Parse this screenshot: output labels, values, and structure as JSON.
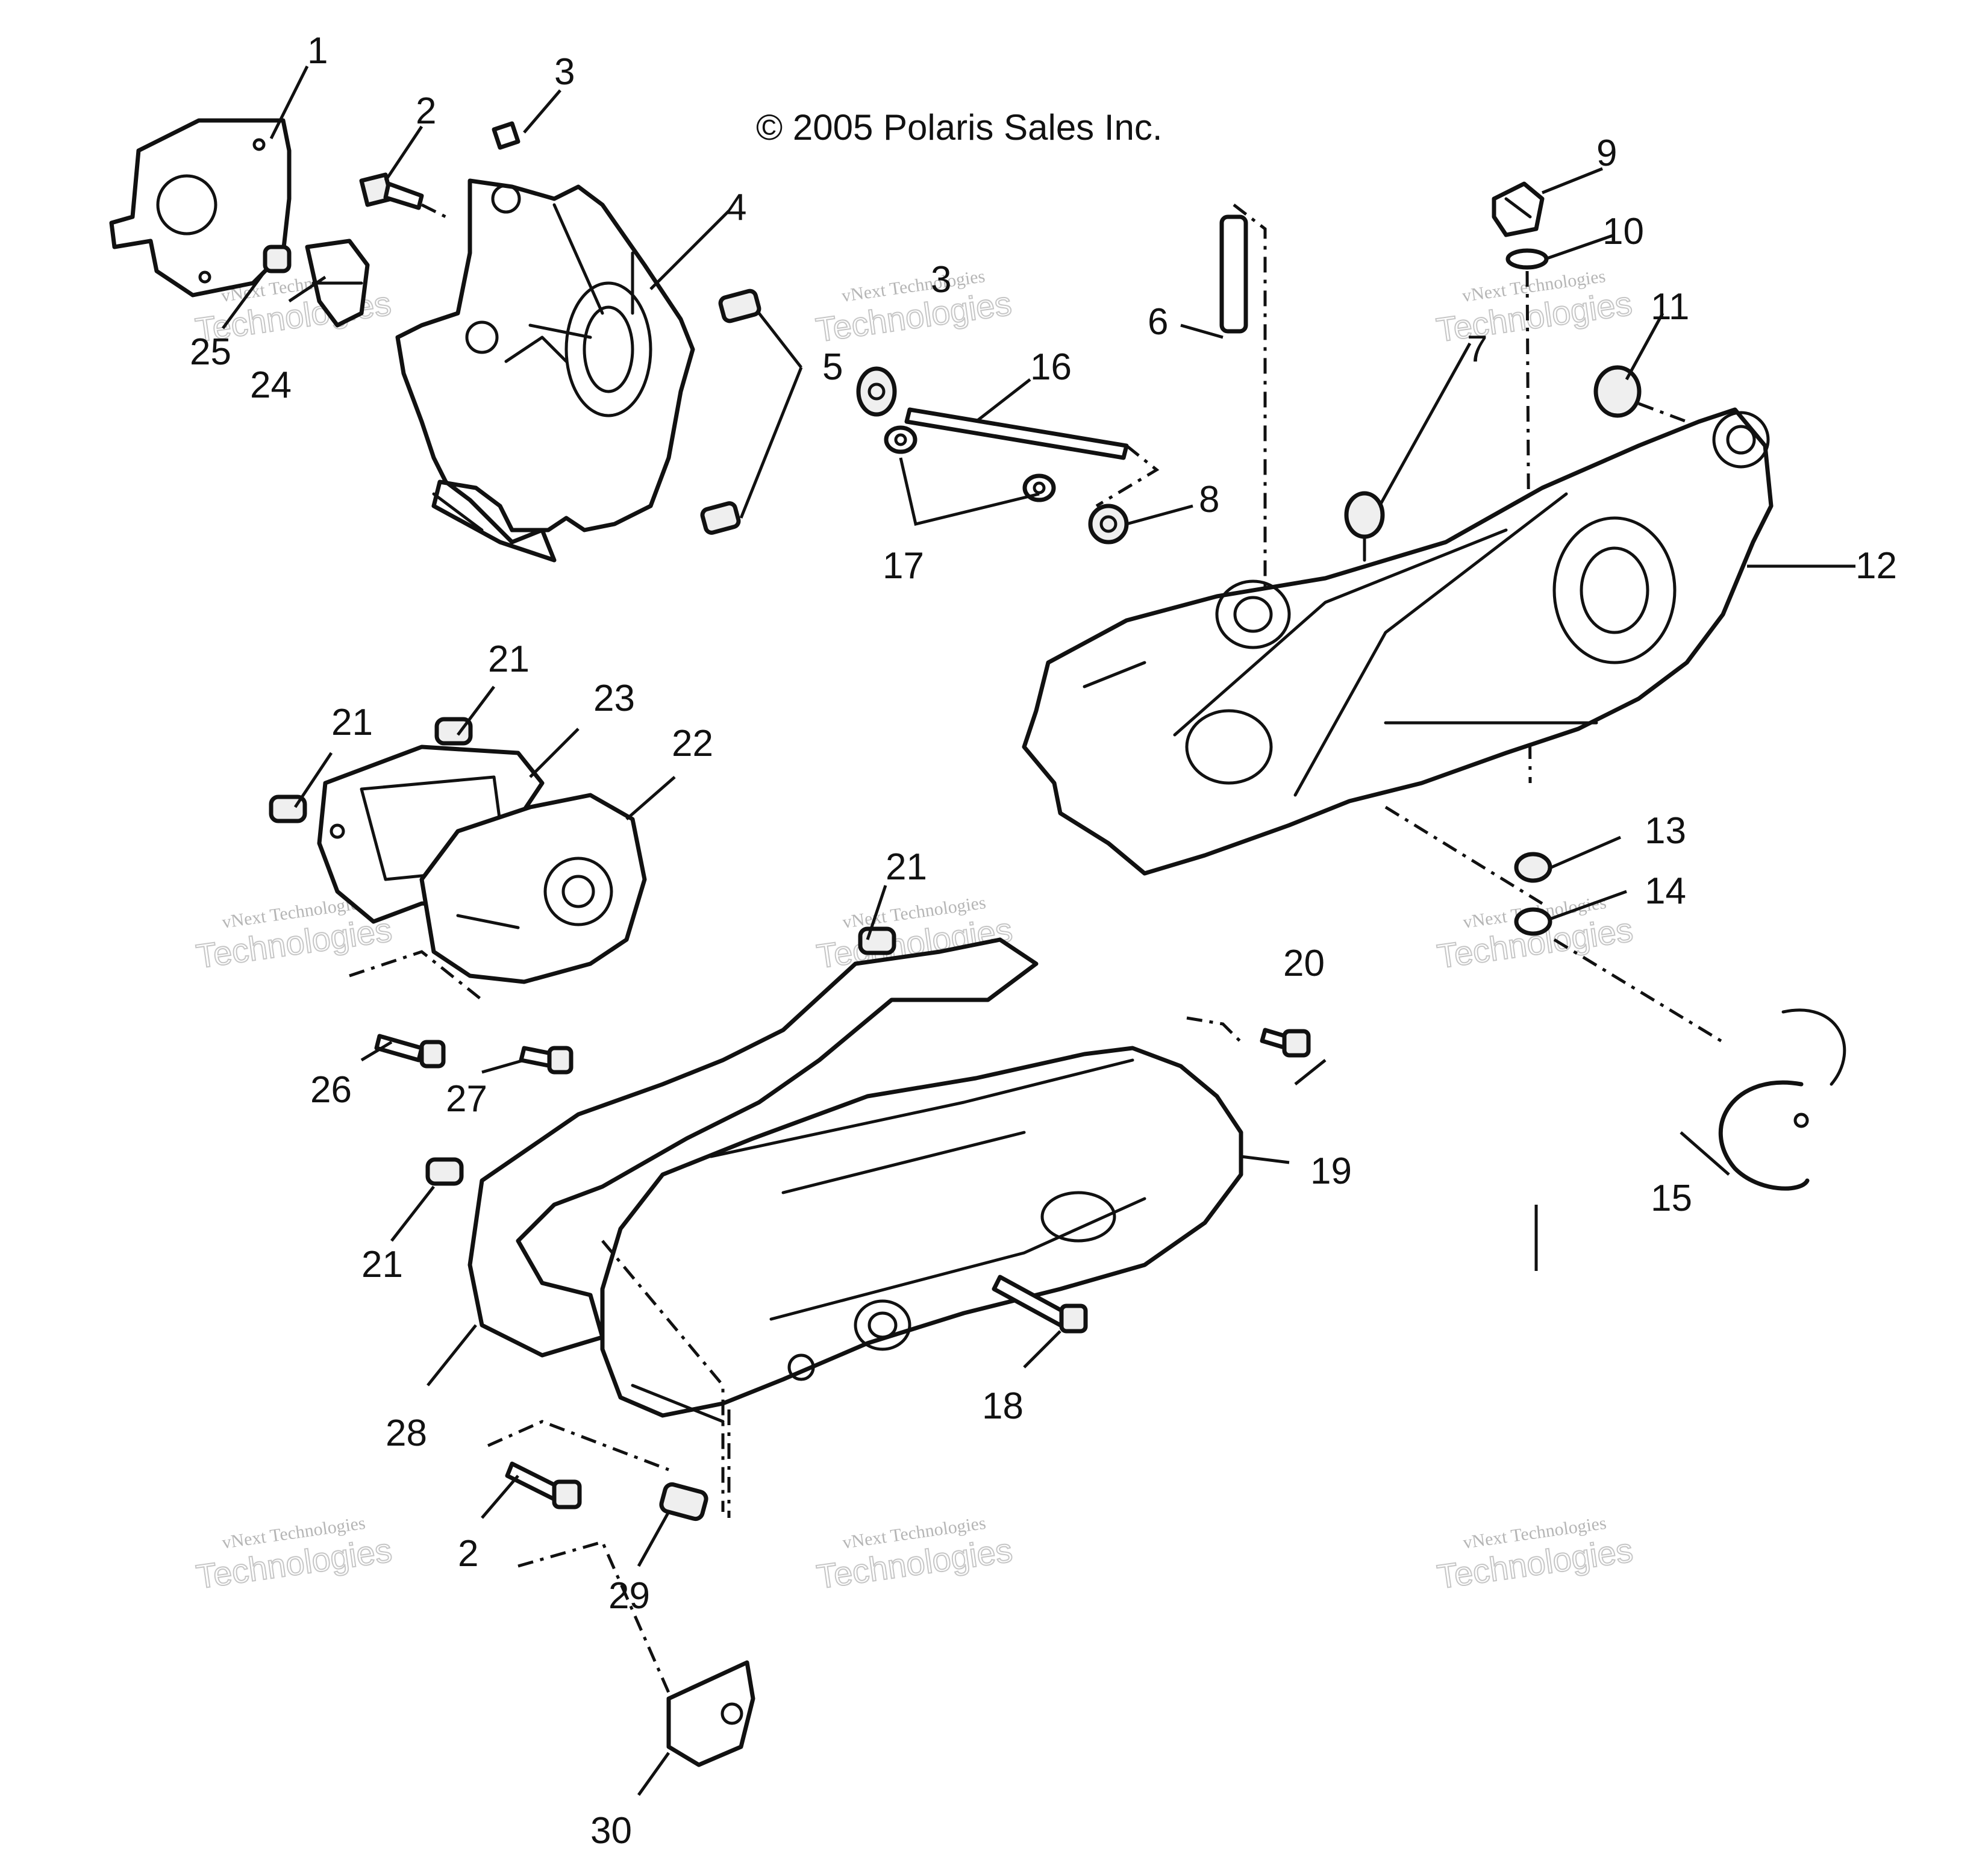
{
  "copyright": "© 2005 Polaris Sales Inc.",
  "watermark": {
    "line1": "vNext Technologies",
    "line2": "vNext",
    "line3": "Technologies"
  },
  "callouts": [
    "1",
    "2",
    "3",
    "4",
    "5",
    "6",
    "7",
    "8",
    "9",
    "10",
    "11",
    "12",
    "13",
    "14",
    "15",
    "16",
    "17",
    "18",
    "19",
    "20",
    "21",
    "22",
    "23",
    "24",
    "25",
    "26",
    "27",
    "28",
    "29",
    "30"
  ],
  "labels": {
    "n1": "1",
    "n2a": "2",
    "n2b": "2",
    "n3": "3",
    "n4": "4",
    "n5": "5",
    "n6": "6",
    "n7": "7",
    "n8": "8",
    "n9": "9",
    "n10": "10",
    "n11": "11",
    "n12": "12",
    "n13": "13",
    "n14": "14",
    "n15": "15",
    "n16": "16",
    "n17": "17",
    "n18": "18",
    "n19": "19",
    "n20": "20",
    "n21a": "21",
    "n21b": "21",
    "n21c": "21",
    "n21d": "21",
    "n22": "22",
    "n23": "23",
    "n24": "24",
    "n25": "25",
    "n26": "26",
    "n27": "27",
    "n28": "28",
    "n29": "29",
    "n30": "30",
    "n3b": "3"
  }
}
